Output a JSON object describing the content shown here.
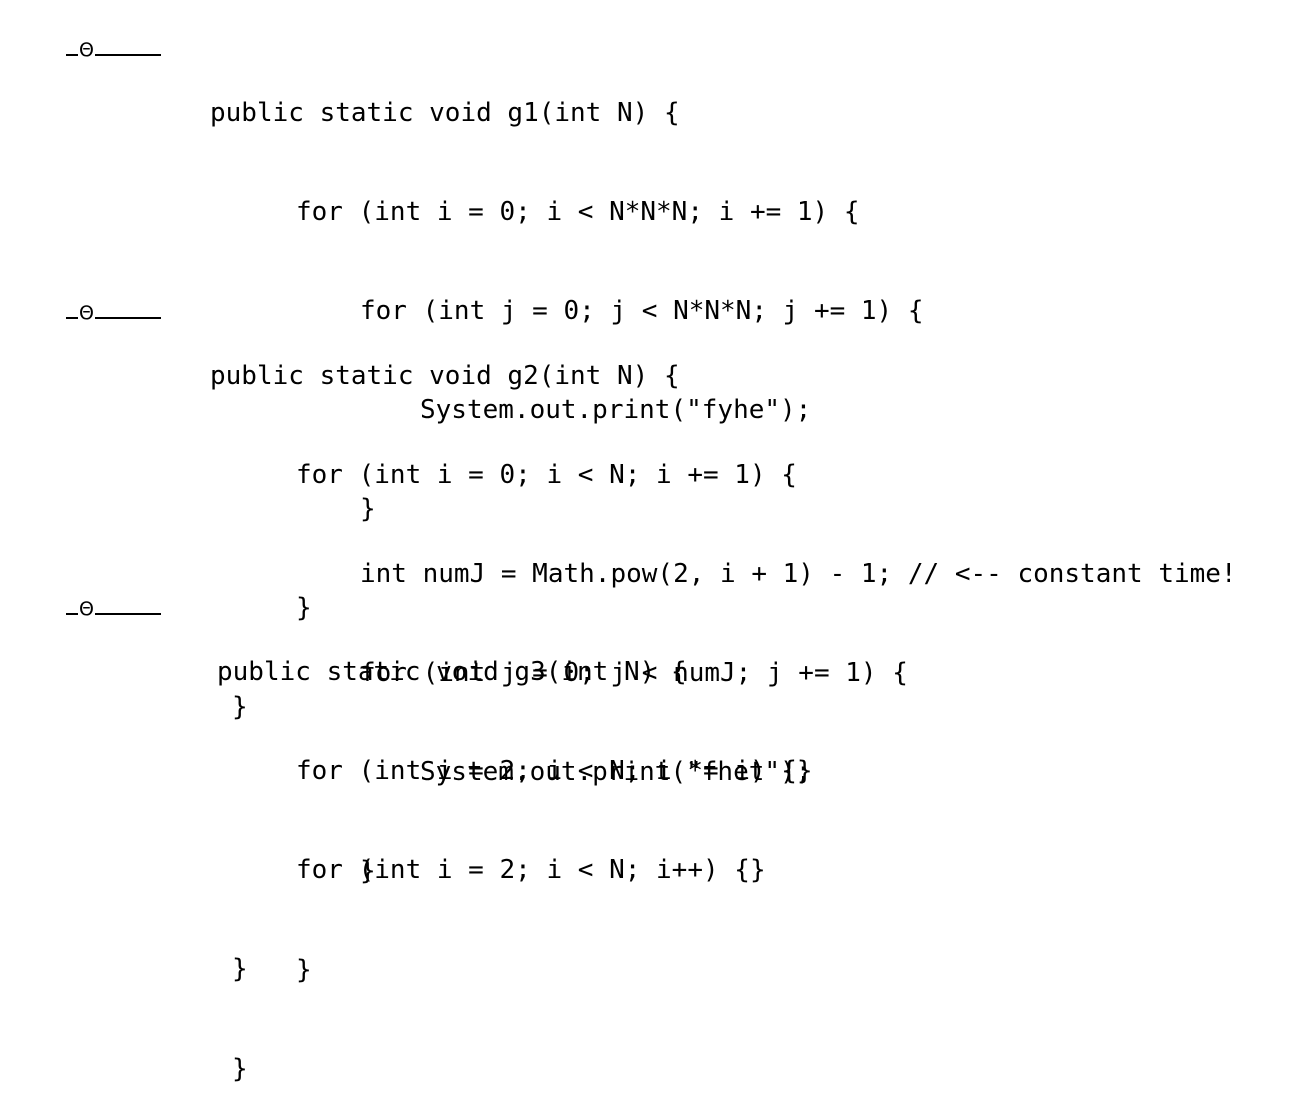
{
  "blocks": [
    {
      "answer": {
        "prefix": "_",
        "symbol": "Θ",
        "suffix": "_____"
      },
      "lines": [
        "public static void g1(int N) {",
        "for (int i = 0; i < N*N*N; i += 1) {",
        "for (int j = 0; j < N*N*N; j += 1) {",
        "System.out.print(\"fyhe\");",
        "}",
        "}",
        "}"
      ]
    },
    {
      "answer": {
        "prefix": "_",
        "symbol": "Θ",
        "suffix": "_____"
      },
      "lines": [
        "public static void g2(int N) {",
        "for (int i = 0; i < N; i += 1) {",
        "int numJ = Math.pow(2, i + 1) - 1; // <-- constant time!",
        "for (int j = 0; j < numJ; j += 1) {",
        "System.out.print(\"fhet\");",
        "}",
        "}",
        "}"
      ]
    },
    {
      "answer": {
        "prefix": "_",
        "symbol": "Θ",
        "suffix": "_____"
      },
      "lines": [
        "public static void g3(int N) {",
        "for (int i = 2; i < N; i *= i) {}",
        "for (int i = 2; i < N; i++) {}",
        "}"
      ]
    }
  ]
}
